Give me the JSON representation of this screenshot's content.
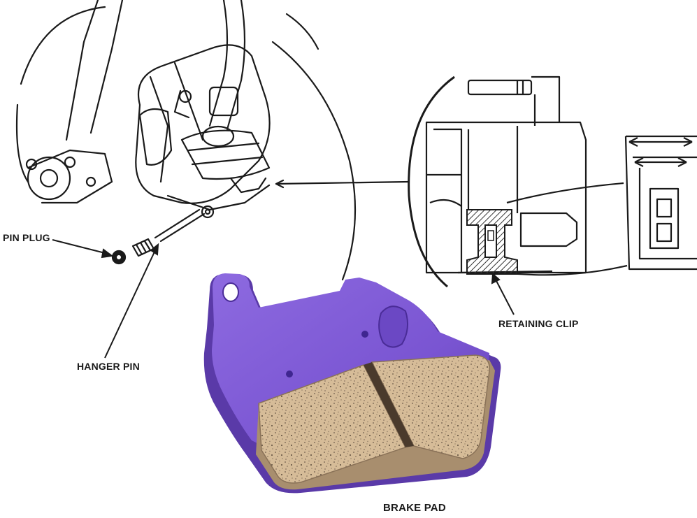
{
  "labels": {
    "pin_plug": "PIN PLUG",
    "hanger_pin": "HANGER PIN",
    "retaining_clip": "RETAINING CLIP",
    "brake_pad": "BRAKE PAD"
  },
  "colors": {
    "line_art": "#1a1a1a",
    "pad_backing_plate": "#7e5ad8",
    "pad_backing_dark": "#5a3aa8",
    "friction_material": "#d6bc98",
    "friction_speckle": "#6b5a48",
    "clip_hatch": "#333333"
  }
}
